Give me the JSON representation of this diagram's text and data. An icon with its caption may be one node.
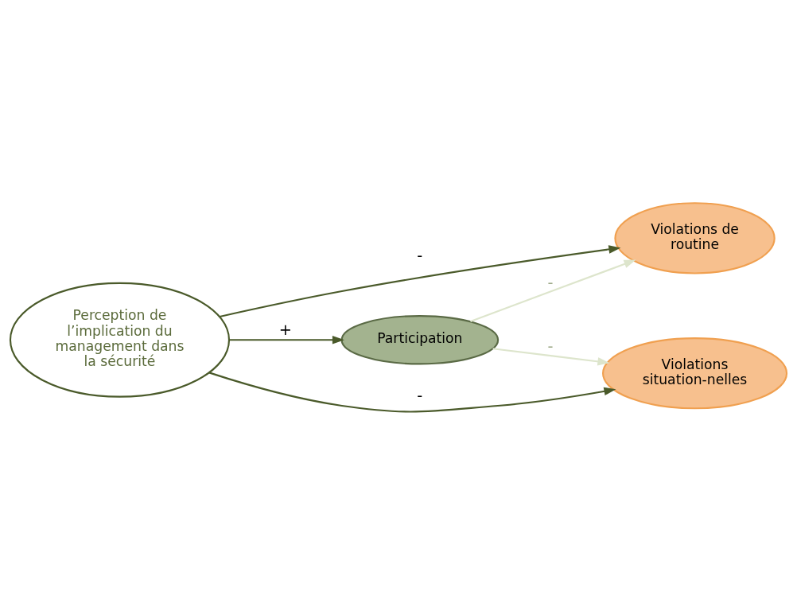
{
  "diagram": {
    "nodes": [
      {
        "text": [
          "Perception de l’implication du management dans la sécurité"
        ]
      },
      {
        "text": [
          "Participation"
        ]
      },
      {
        "text": [
          "Violations de routine"
        ]
      },
      {
        "text": [
          "Violations situation-nelles"
        ]
      }
    ],
    "edges": [
      {
        "from": 0,
        "to": 1,
        "arrow": "to",
        "label": "+"
      },
      {
        "from": 0,
        "to": 2,
        "arrow": "to",
        "label": "-"
      },
      {
        "from": 0,
        "to": 3,
        "arrow": "to",
        "label": "-"
      },
      {
        "from": 1,
        "to": 2,
        "arrow": "to",
        "label": "-",
        "color": "#dde5cc"
      },
      {
        "from": 1,
        "to": 3,
        "arrow": "to",
        "label": "-",
        "color": "#dde5cc"
      }
    ]
  }
}
